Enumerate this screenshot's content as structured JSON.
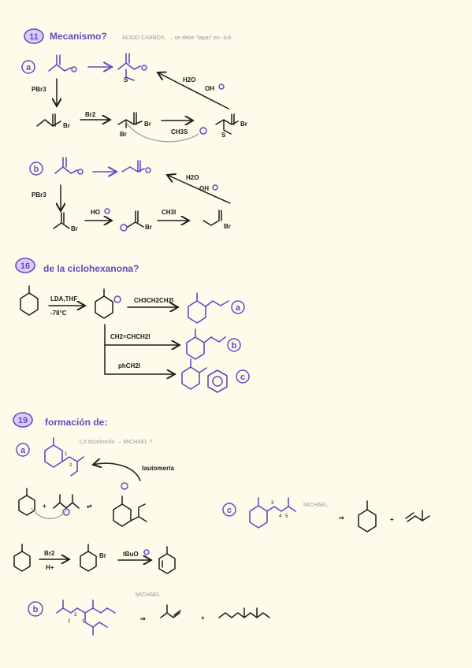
{
  "sections": {
    "s11": {
      "number": "11",
      "title": "Mecanismo?",
      "note": "ÁCIDO CARBOX. → se debe \"tapar\" en -S⊖"
    },
    "s16": {
      "number": "16",
      "title": "de la ciclohexanona?"
    },
    "s19": {
      "number": "19",
      "title": "formación de:"
    }
  },
  "labels": {
    "a": "a",
    "b": "b",
    "c": "c",
    "pbr3": "PBr3",
    "br2": "Br2",
    "br": "Br",
    "s": "S",
    "ch3s": "CH3S",
    "h2o": "H2O",
    "oh": "OH",
    "ho": "HO",
    "ch3i": "CH3I",
    "lda_thf": "LDA,THF",
    "temp": "-78°C",
    "propyl_i": "CH3CH2CH2I",
    "allyl_i": "CH2=CHCH2I",
    "benzyl_i": "phCH2I",
    "dicarbonyl_note": "1,5 dicarbonilo → MICHAEL ?",
    "tautomeria": "tautomería",
    "michael": "MICHAEL",
    "michael2": "MICHAEL",
    "h_plus": "H+",
    "tbuo": "tBuO",
    "plus": "+",
    "retro": "⇒",
    "equil": "⇌",
    "n1": "1",
    "n2": "2",
    "n3": "3",
    "n4": "4",
    "n5": "5"
  },
  "colors": {
    "ink": "#1c1c1c",
    "purple": "#6a46c4",
    "badge_fill": "#d9cdf7",
    "grey": "#9a9a9a",
    "paper": "#fdfbe9"
  }
}
